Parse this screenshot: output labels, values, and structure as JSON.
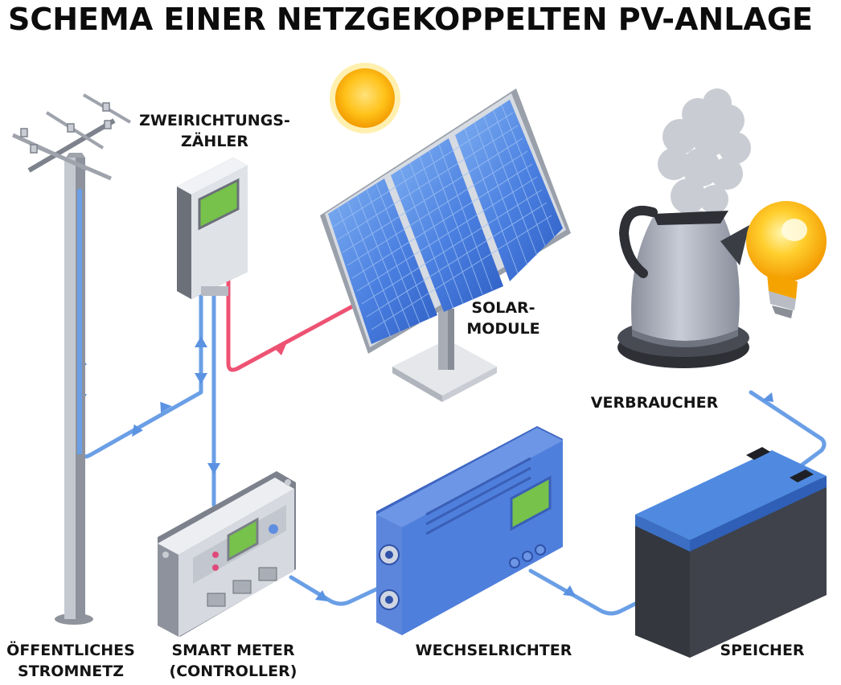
{
  "title": "SCHEMA EINER NETZGEKOPPELTEN PV-ANLAGE",
  "labels": {
    "grid": [
      "ÖFFENTLICHES",
      "STROMNETZ"
    ],
    "meter": [
      "ZWEIRICHTUNGS-",
      "ZÄHLER"
    ],
    "solar": [
      "SOLAR-",
      "MODULE"
    ],
    "consumer": [
      "VERBRAUCHER"
    ],
    "controller": [
      "SMART METER",
      "(CONTROLLER)"
    ],
    "inverter": [
      "WECHSELRICHTER"
    ],
    "storage": [
      "SPEICHER"
    ]
  },
  "colors": {
    "flow": "#6a9fe6",
    "solar_flow": "#ee5273",
    "panel": "#3b6fd1",
    "inverter": "#4f7fdc",
    "battery_top": "#4f8ae0",
    "display": "#76c24a"
  }
}
